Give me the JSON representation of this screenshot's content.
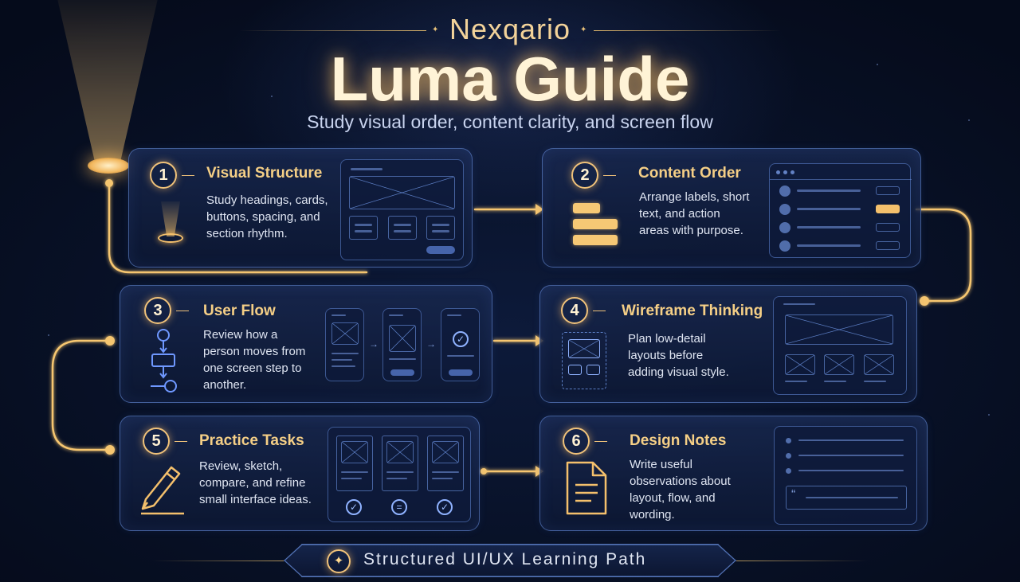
{
  "header": {
    "brand": "Nexqario",
    "title": "Luma Guide",
    "subtitle": "Study visual order, content clarity, and screen flow"
  },
  "steps": [
    {
      "number": "1",
      "title": "Visual Structure",
      "description": "Study headings, cards, buttons, spacing, and section rhythm."
    },
    {
      "number": "2",
      "title": "Content Order",
      "description": "Arrange labels, short text, and action areas with purpose."
    },
    {
      "number": "3",
      "title": "User Flow",
      "description": "Review how a person moves from one screen step to another."
    },
    {
      "number": "4",
      "title": "Wireframe Thinking",
      "description": "Plan low-detail layouts before adding visual style."
    },
    {
      "number": "5",
      "title": "Practice Tasks",
      "description": "Review, sketch, compare, and refine small interface ideas."
    },
    {
      "number": "6",
      "title": "Design Notes",
      "description": "Write useful observations about layout, flow, and wording."
    }
  ],
  "footer": {
    "label": "Structured UI/UX Learning Path"
  },
  "icons": {
    "spotlight": "spotlight-icon",
    "content_bars": "stacked-bars-icon",
    "flowchart": "flowchart-icon",
    "wireframe": "wireframe-icon",
    "pencil": "pencil-icon",
    "document": "document-icon",
    "footer": "sparkle-icon"
  },
  "colors": {
    "accent": "#f4c06c",
    "card_border": "#6e96e6",
    "background": "#081127"
  }
}
